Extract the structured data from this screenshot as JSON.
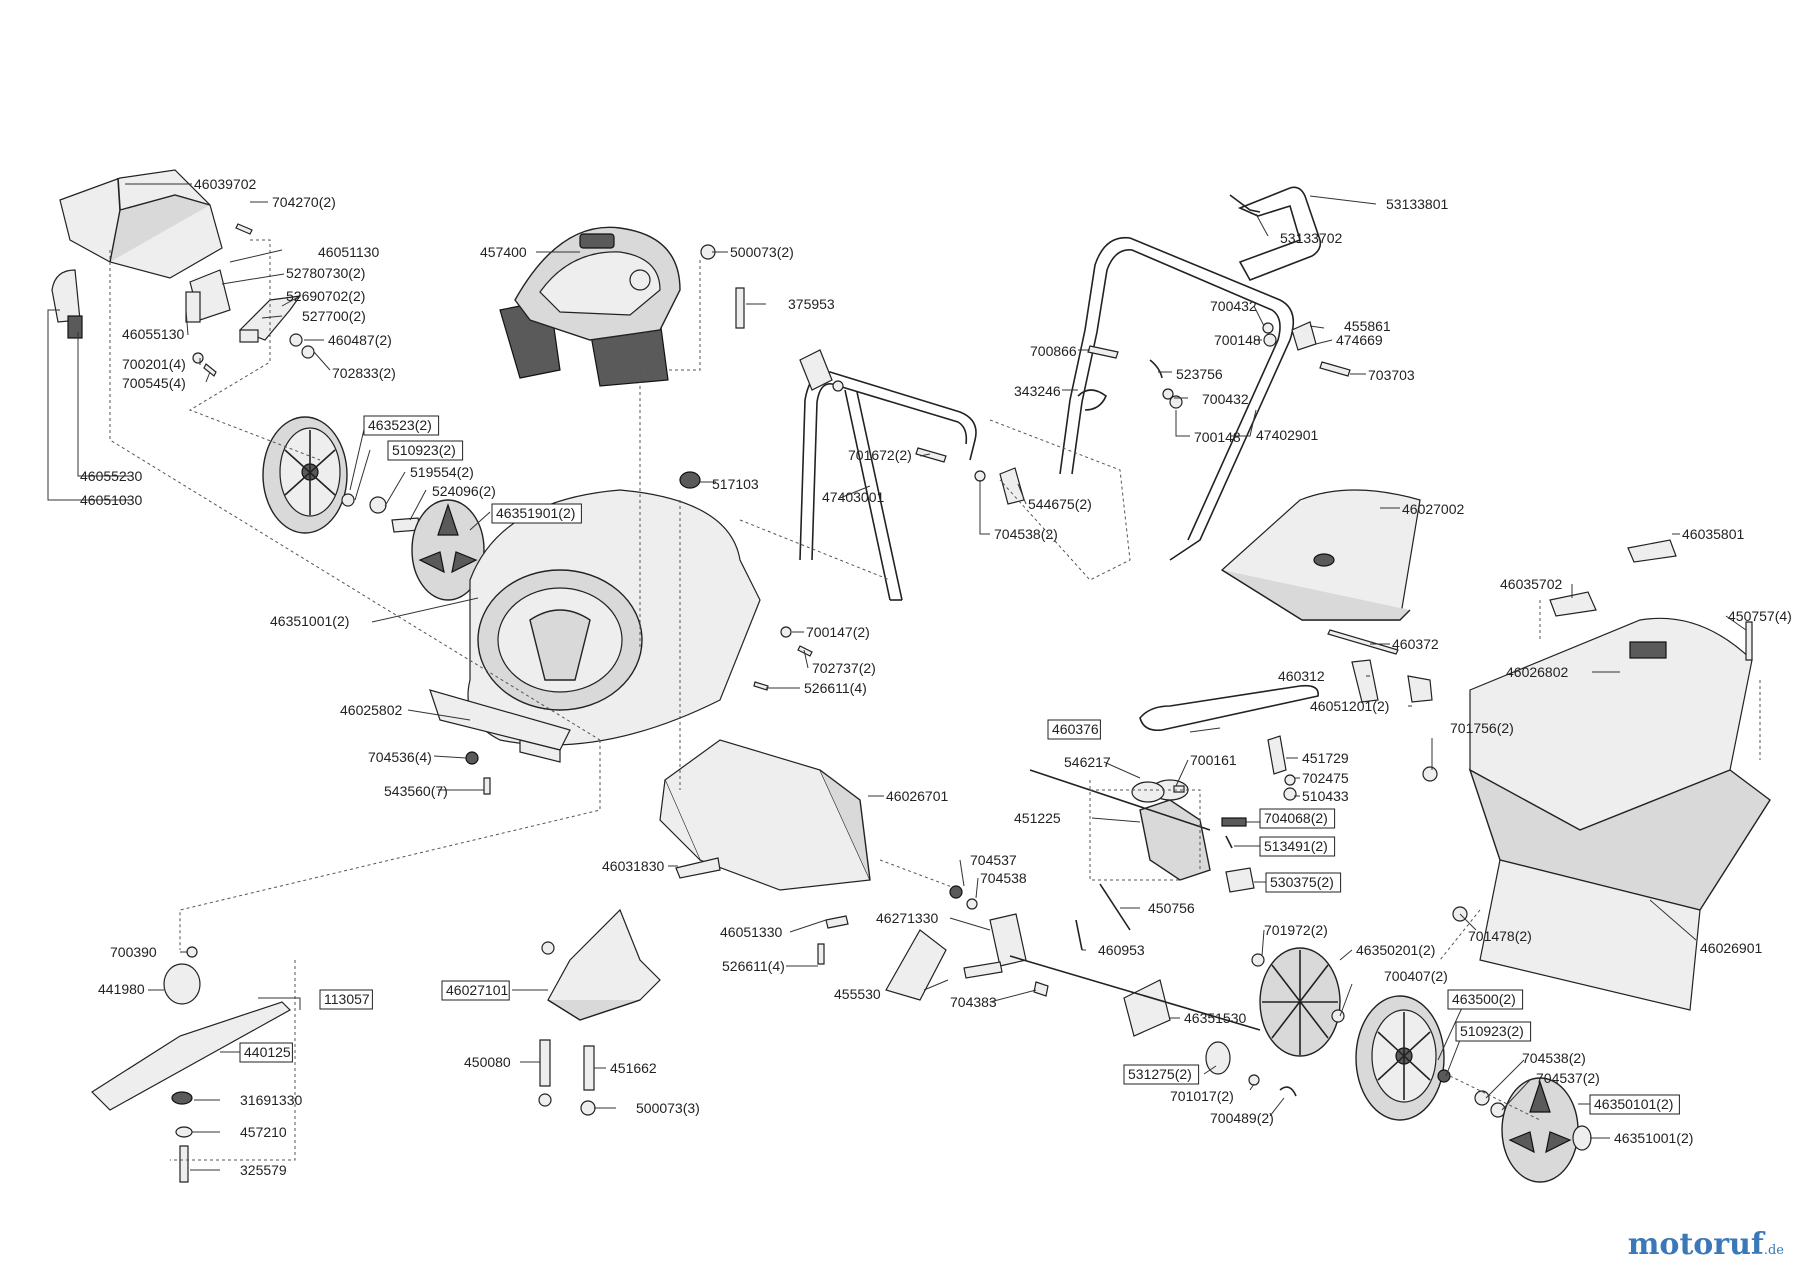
{
  "brand": {
    "name_main": "motoruf",
    "name_suffix": ".de"
  },
  "labels": [
    {
      "id": "46039702",
      "text": "46039702",
      "boxed": false
    },
    {
      "id": "704270",
      "text": "704270(2)",
      "boxed": false
    },
    {
      "id": "46051130",
      "text": "46051130",
      "boxed": false
    },
    {
      "id": "52780730",
      "text": "52780730(2)",
      "boxed": false
    },
    {
      "id": "52690702",
      "text": "52690702(2)",
      "boxed": false
    },
    {
      "id": "527700",
      "text": "527700(2)",
      "boxed": false
    },
    {
      "id": "46055130",
      "text": "46055130",
      "boxed": false
    },
    {
      "id": "460487",
      "text": "460487(2)",
      "boxed": false
    },
    {
      "id": "700201",
      "text": "700201(4)",
      "boxed": false
    },
    {
      "id": "702833",
      "text": "702833(2)",
      "boxed": false
    },
    {
      "id": "700545",
      "text": "700545(4)",
      "boxed": false
    },
    {
      "id": "463523",
      "text": "463523(2)",
      "boxed": true
    },
    {
      "id": "510923a",
      "text": "510923(2)",
      "boxed": true
    },
    {
      "id": "519554",
      "text": "519554(2)",
      "boxed": false
    },
    {
      "id": "524096",
      "text": "524096(2)",
      "boxed": false
    },
    {
      "id": "46351901",
      "text": "46351901(2)",
      "boxed": true
    },
    {
      "id": "46055230",
      "text": "46055230",
      "boxed": false
    },
    {
      "id": "46051030",
      "text": "46051030",
      "boxed": false
    },
    {
      "id": "46351001a",
      "text": "46351001(2)",
      "boxed": false
    },
    {
      "id": "457400",
      "text": "457400",
      "boxed": false
    },
    {
      "id": "500073a",
      "text": "500073(2)",
      "boxed": false
    },
    {
      "id": "375953",
      "text": "375953",
      "boxed": false
    },
    {
      "id": "517103",
      "text": "517103",
      "boxed": false
    },
    {
      "id": "701672",
      "text": "701672(2)",
      "boxed": false
    },
    {
      "id": "47403001",
      "text": "47403001",
      "boxed": false
    },
    {
      "id": "544675",
      "text": "544675(2)",
      "boxed": false
    },
    {
      "id": "704538a",
      "text": "704538(2)",
      "boxed": false
    },
    {
      "id": "700147",
      "text": "700147(2)",
      "boxed": false
    },
    {
      "id": "702737",
      "text": "702737(2)",
      "boxed": false
    },
    {
      "id": "526611a",
      "text": "526611(4)",
      "boxed": false
    },
    {
      "id": "46025802",
      "text": "46025802",
      "boxed": false
    },
    {
      "id": "704536",
      "text": "704536(4)",
      "boxed": false
    },
    {
      "id": "543560",
      "text": "543560(7)",
      "boxed": false
    },
    {
      "id": "46026701",
      "text": "46026701",
      "boxed": false
    },
    {
      "id": "46031830",
      "text": "46031830",
      "boxed": false
    },
    {
      "id": "46051330",
      "text": "46051330",
      "boxed": false
    },
    {
      "id": "526611b",
      "text": "526611(4)",
      "boxed": false
    },
    {
      "id": "700390",
      "text": "700390",
      "boxed": false
    },
    {
      "id": "441980",
      "text": "441980",
      "boxed": false
    },
    {
      "id": "113057",
      "text": "113057",
      "boxed": true
    },
    {
      "id": "440125",
      "text": "440125",
      "boxed": true
    },
    {
      "id": "31691330",
      "text": "31691330",
      "boxed": false
    },
    {
      "id": "457210",
      "text": "457210",
      "boxed": false
    },
    {
      "id": "325579",
      "text": "325579",
      "boxed": false
    },
    {
      "id": "46027101",
      "text": "46027101",
      "boxed": true
    },
    {
      "id": "450080",
      "text": "450080",
      "boxed": false
    },
    {
      "id": "451662",
      "text": "451662",
      "boxed": false
    },
    {
      "id": "500073b",
      "text": "500073(3)",
      "boxed": false
    },
    {
      "id": "53133801",
      "text": "53133801",
      "boxed": false
    },
    {
      "id": "53133702",
      "text": "53133702",
      "boxed": false
    },
    {
      "id": "700432a",
      "text": "700432",
      "boxed": false
    },
    {
      "id": "455861",
      "text": "455861",
      "boxed": false
    },
    {
      "id": "700148a",
      "text": "700148",
      "boxed": false
    },
    {
      "id": "474669",
      "text": "474669",
      "boxed": false
    },
    {
      "id": "700866",
      "text": "700866",
      "boxed": false
    },
    {
      "id": "523756",
      "text": "523756",
      "boxed": false
    },
    {
      "id": "703703",
      "text": "703703",
      "boxed": false
    },
    {
      "id": "343246",
      "text": "343246",
      "boxed": false
    },
    {
      "id": "700432b",
      "text": "700432",
      "boxed": false
    },
    {
      "id": "700148b",
      "text": "700148",
      "boxed": false
    },
    {
      "id": "47402901",
      "text": "47402901",
      "boxed": false
    },
    {
      "id": "46027002",
      "text": "46027002",
      "boxed": false
    },
    {
      "id": "46035801",
      "text": "46035801",
      "boxed": false
    },
    {
      "id": "46035702",
      "text": "46035702",
      "boxed": false
    },
    {
      "id": "450757",
      "text": "450757(4)",
      "boxed": false
    },
    {
      "id": "460372",
      "text": "460372",
      "boxed": false
    },
    {
      "id": "46026802",
      "text": "46026802",
      "boxed": false
    },
    {
      "id": "460312",
      "text": "460312",
      "boxed": false
    },
    {
      "id": "46051201",
      "text": "46051201(2)",
      "boxed": false
    },
    {
      "id": "460376",
      "text": "460376",
      "boxed": true
    },
    {
      "id": "701756",
      "text": "701756(2)",
      "boxed": false
    },
    {
      "id": "546217",
      "text": "546217",
      "boxed": false
    },
    {
      "id": "700161",
      "text": "700161",
      "boxed": false
    },
    {
      "id": "451729",
      "text": "451729",
      "boxed": false
    },
    {
      "id": "702475",
      "text": "702475",
      "boxed": false
    },
    {
      "id": "510433",
      "text": "510433",
      "boxed": false
    },
    {
      "id": "451225",
      "text": "451225",
      "boxed": false
    },
    {
      "id": "704068",
      "text": "704068(2)",
      "boxed": true
    },
    {
      "id": "513491",
      "text": "513491(2)",
      "boxed": true
    },
    {
      "id": "704537a",
      "text": "704537",
      "boxed": false
    },
    {
      "id": "704538b",
      "text": "704538",
      "boxed": false
    },
    {
      "id": "530375",
      "text": "530375(2)",
      "boxed": true
    },
    {
      "id": "46271330",
      "text": "46271330",
      "boxed": false
    },
    {
      "id": "450756",
      "text": "450756",
      "boxed": false
    },
    {
      "id": "460953",
      "text": "460953",
      "boxed": false
    },
    {
      "id": "701972",
      "text": "701972(2)",
      "boxed": false
    },
    {
      "id": "701478",
      "text": "701478(2)",
      "boxed": false
    },
    {
      "id": "46026901",
      "text": "46026901",
      "boxed": false
    },
    {
      "id": "46350201",
      "text": "46350201(2)",
      "boxed": false
    },
    {
      "id": "455530",
      "text": "455530",
      "boxed": false
    },
    {
      "id": "700407",
      "text": "700407(2)",
      "boxed": false
    },
    {
      "id": "704383",
      "text": "704383",
      "boxed": false
    },
    {
      "id": "46351530",
      "text": "46351530",
      "boxed": false
    },
    {
      "id": "463500",
      "text": "463500(2)",
      "boxed": true
    },
    {
      "id": "510923b",
      "text": "510923(2)",
      "boxed": true
    },
    {
      "id": "704538c",
      "text": "704538(2)",
      "boxed": false
    },
    {
      "id": "531275",
      "text": "531275(2)",
      "boxed": true
    },
    {
      "id": "704537b",
      "text": "704537(2)",
      "boxed": false
    },
    {
      "id": "701017",
      "text": "701017(2)",
      "boxed": false
    },
    {
      "id": "46350101",
      "text": "46350101(2)",
      "boxed": true
    },
    {
      "id": "700489",
      "text": "700489(2)",
      "boxed": false
    },
    {
      "id": "46351001b",
      "text": "46351001(2)",
      "boxed": false
    }
  ]
}
